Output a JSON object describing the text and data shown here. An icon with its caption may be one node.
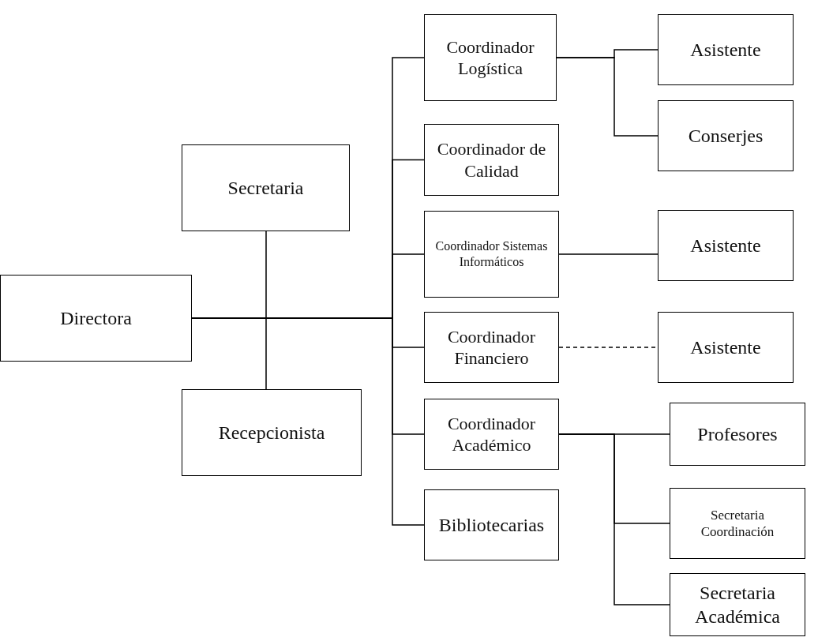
{
  "diagram": {
    "nodes": [
      {
        "text": [
          "Directora"
        ]
      },
      {
        "text": [
          "Secretaria"
        ]
      },
      {
        "text": [
          "Recepcionista"
        ]
      },
      {
        "text": [
          "Coordinador Logística"
        ]
      },
      {
        "text": [
          "Coordinador de Calidad"
        ]
      },
      {
        "text": [
          "Coordinador Sistemas Informáticos"
        ]
      },
      {
        "text": [
          "Coordinador Financiero"
        ]
      },
      {
        "text": [
          "Coordinador Académico"
        ]
      },
      {
        "text": [
          "Bibliotecarias"
        ]
      },
      {
        "text": [
          "Asistente"
        ]
      },
      {
        "text": [
          "Conserjes"
        ]
      },
      {
        "text": [
          "Asistente"
        ]
      },
      {
        "text": [
          "Asistente"
        ]
      },
      {
        "text": [
          "Profesores"
        ]
      },
      {
        "text": [
          "Secretaria Coordinación"
        ]
      },
      {
        "text": [
          "Secretaria Académica"
        ]
      }
    ],
    "edges": [
      {
        "from": 0,
        "to": 1,
        "arrow": "none"
      },
      {
        "from": 0,
        "to": 2,
        "arrow": "none"
      },
      {
        "from": 0,
        "to": 3,
        "arrow": "none"
      },
      {
        "from": 0,
        "to": 4,
        "arrow": "none"
      },
      {
        "from": 0,
        "to": 5,
        "arrow": "none"
      },
      {
        "from": 0,
        "to": 6,
        "arrow": "none"
      },
      {
        "from": 0,
        "to": 7,
        "arrow": "none"
      },
      {
        "from": 0,
        "to": 8,
        "arrow": "none"
      },
      {
        "from": 3,
        "to": 9,
        "arrow": "none"
      },
      {
        "from": 3,
        "to": 10,
        "arrow": "none"
      },
      {
        "from": 5,
        "to": 11,
        "arrow": "none"
      },
      {
        "from": 6,
        "to": 12,
        "arrow": "none",
        "style": "dashed"
      },
      {
        "from": 7,
        "to": 13,
        "arrow": "none"
      },
      {
        "from": 7,
        "to": 14,
        "arrow": "none"
      },
      {
        "from": 7,
        "to": 15,
        "arrow": "none"
      }
    ]
  }
}
